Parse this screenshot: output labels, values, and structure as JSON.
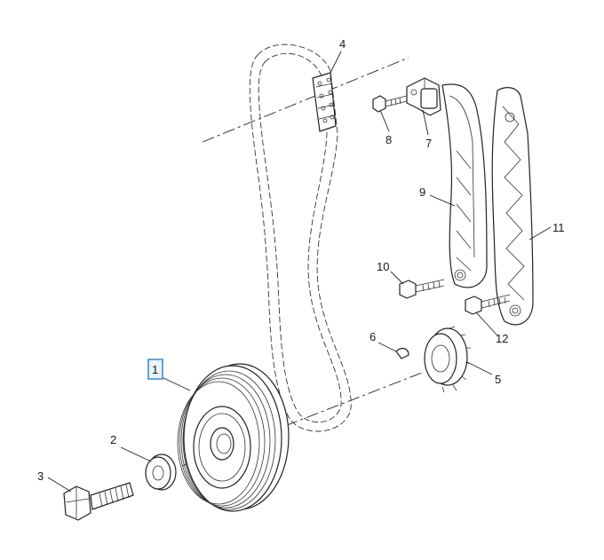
{
  "diagram": {
    "callouts": {
      "c1": "1",
      "c2": "2",
      "c3": "3",
      "c4": "4",
      "c5": "5",
      "c6": "6",
      "c7": "7",
      "c8": "8",
      "c9": "9",
      "c10": "10",
      "c11": "11",
      "c12": "12"
    },
    "highlighted_callout": "1",
    "highlight_color": "#3d8fd1",
    "line_color": "#222222",
    "background": "#ffffff"
  }
}
